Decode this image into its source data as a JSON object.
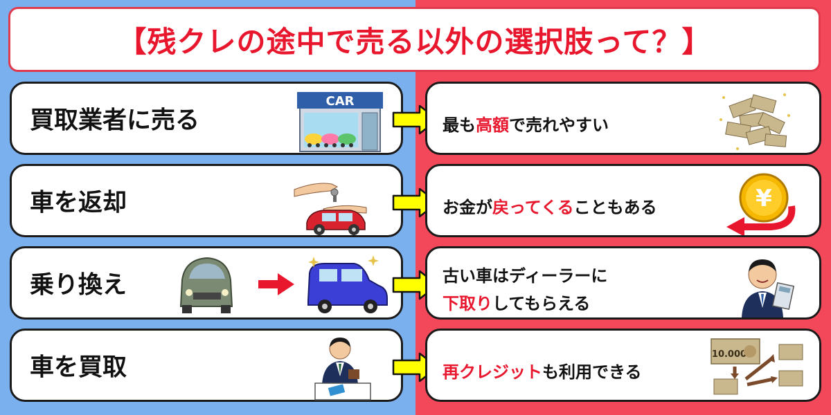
{
  "title": "【残クレの途中で売る以外の選択肢って？】",
  "rows": [
    {
      "left": "買取業者に売る",
      "right_parts": [
        "最も",
        "高額",
        "で売れやすい"
      ],
      "shop_sign": "CAR"
    },
    {
      "left": "車を返却",
      "right_parts": [
        "お金が",
        "戻ってくる",
        "こともある"
      ],
      "coin_symbol": "¥"
    },
    {
      "left": "乗り換え",
      "right_line1": "古い車はディーラーに",
      "right_line2_parts": [
        "下取り",
        "してもらえる"
      ]
    },
    {
      "left": "車を買取",
      "right_parts": [
        "再クレジット",
        "も利用できる"
      ],
      "bill_label": "10.000"
    }
  ],
  "colors": {
    "left_bg": "#7ab0ee",
    "right_bg": "#f2485a",
    "highlight": "#e8172e",
    "arrow": "#ffff00"
  }
}
